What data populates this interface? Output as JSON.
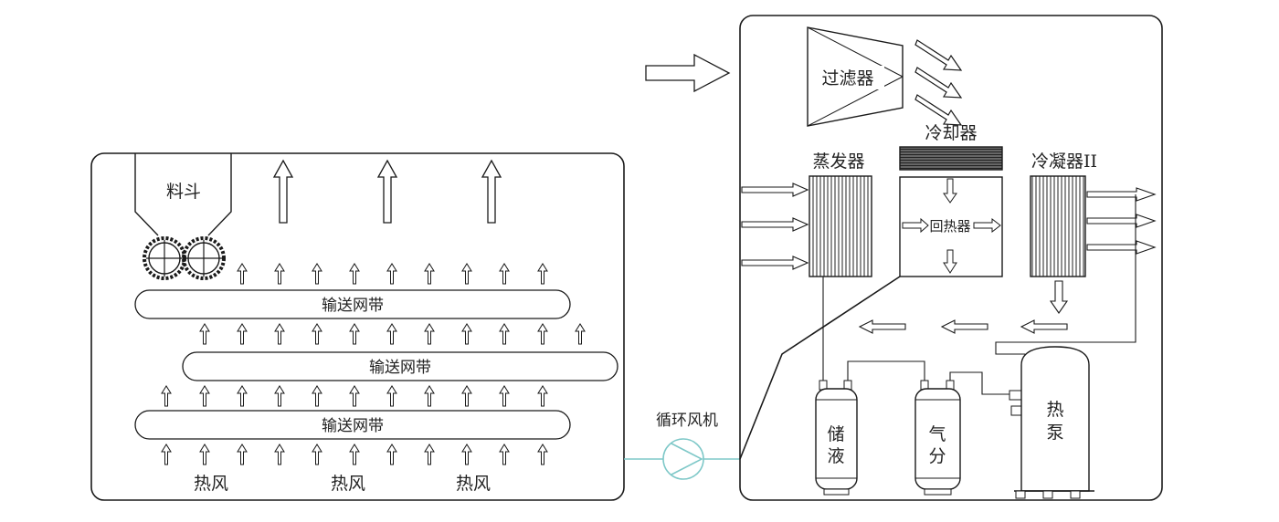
{
  "labels": {
    "hopper": "料斗",
    "conveyor_belt_1": "输送网带",
    "conveyor_belt_2": "输送网带",
    "conveyor_belt_3": "输送网带",
    "hot_air_1": "热风",
    "hot_air_2": "热风",
    "hot_air_3": "热风",
    "circulation_fan": "循环风机",
    "filter": "过滤器",
    "cooler": "冷却器",
    "evaporator": "蒸发器",
    "condenser": "冷凝器II",
    "regenerator": "回热器",
    "receiver_char1": "储",
    "receiver_char2": "液",
    "separator_char1": "气",
    "separator_char2": "分",
    "heat_pump_char1": "热",
    "heat_pump_char2": "泵"
  },
  "colors": {
    "line": "#1a1a1a",
    "fan": "#7ec8c8",
    "cooler_fill": "#555555"
  }
}
